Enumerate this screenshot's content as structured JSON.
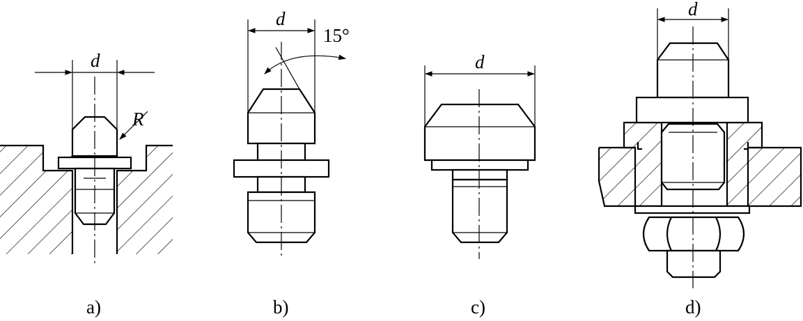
{
  "figures": [
    {
      "id": "a",
      "caption": "a)",
      "dimension_label": "d",
      "radius_label": "R"
    },
    {
      "id": "b",
      "caption": "b)",
      "dimension_label": "d",
      "angle_label": "15°"
    },
    {
      "id": "c",
      "caption": "c)",
      "dimension_label": "d"
    },
    {
      "id": "d",
      "caption": "d)",
      "dimension_label": "d"
    }
  ]
}
